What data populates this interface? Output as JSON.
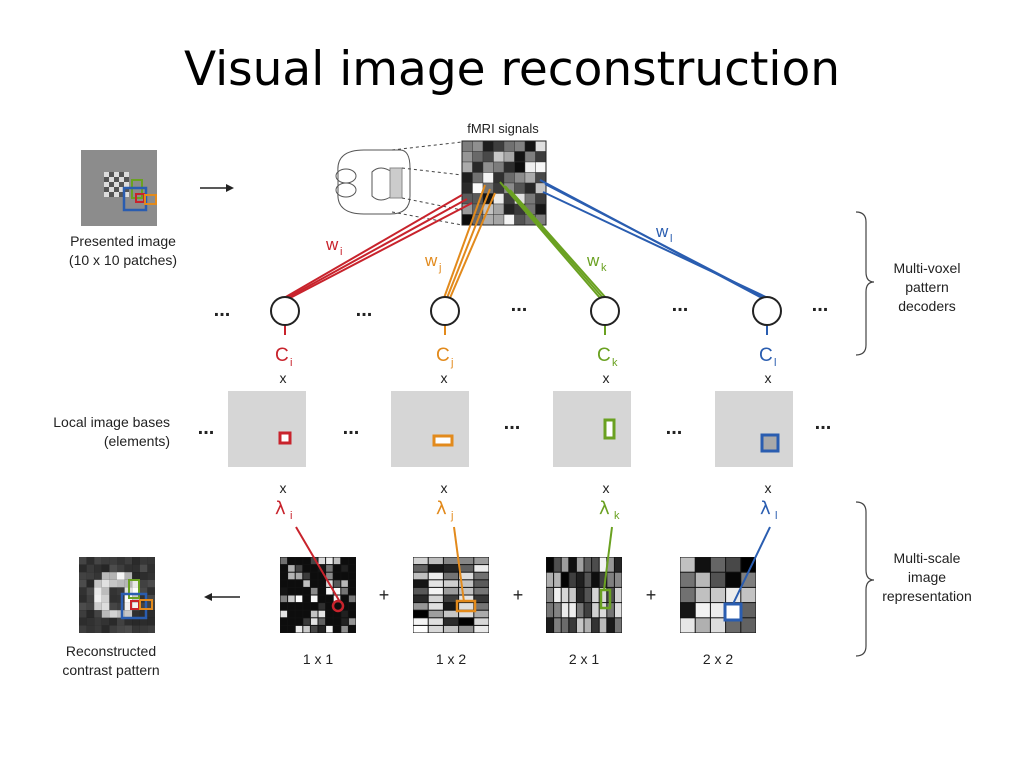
{
  "title": "Visual image reconstruction",
  "fmri": {
    "label": "fMRI signals"
  },
  "presented": {
    "line1": "Presented image",
    "line2": "(10 x 10 patches)"
  },
  "weights": [
    {
      "sym": "w",
      "sub": "i",
      "color": "#c8232c"
    },
    {
      "sym": "w",
      "sub": "j",
      "color": "#e28a1c"
    },
    {
      "sym": "w",
      "sub": "k",
      "color": "#6aa121"
    },
    {
      "sym": "w",
      "sub": "l",
      "color": "#2a5db0"
    }
  ],
  "contrasts": [
    {
      "sym": "C",
      "sub": "i"
    },
    {
      "sym": "C",
      "sub": "j"
    },
    {
      "sym": "C",
      "sub": "k"
    },
    {
      "sym": "C",
      "sub": "l"
    }
  ],
  "lambdas": [
    {
      "sym": "λ",
      "sub": "i"
    },
    {
      "sym": "λ",
      "sub": "j"
    },
    {
      "sym": "λ",
      "sub": "k"
    },
    {
      "sym": "λ",
      "sub": "l"
    }
  ],
  "times": "x",
  "plus": "+",
  "ellipsis": "...",
  "bases": {
    "line1": "Local image bases",
    "line2": "(elements)"
  },
  "scales": [
    "1 x 1",
    "1 x 2",
    "2 x 1",
    "2 x 2"
  ],
  "reconstructed": {
    "line1": "Reconstructed",
    "line2": "contrast pattern"
  },
  "brackets": {
    "decoders": [
      "Multi-voxel",
      "pattern",
      "decoders"
    ],
    "representation": [
      "Multi-scale",
      "image",
      "representation"
    ]
  }
}
